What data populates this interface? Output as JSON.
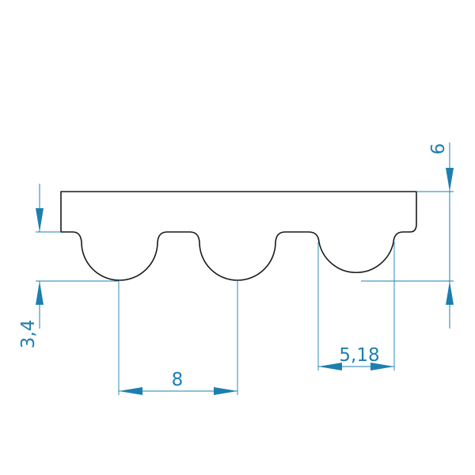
{
  "colors": {
    "outline": "#1a1a1a",
    "dimension": "#1d7fb0"
  },
  "dimensions": {
    "pitch": "8",
    "tooth_width": "5,18",
    "tooth_height": "3,4",
    "total_height": "6"
  }
}
